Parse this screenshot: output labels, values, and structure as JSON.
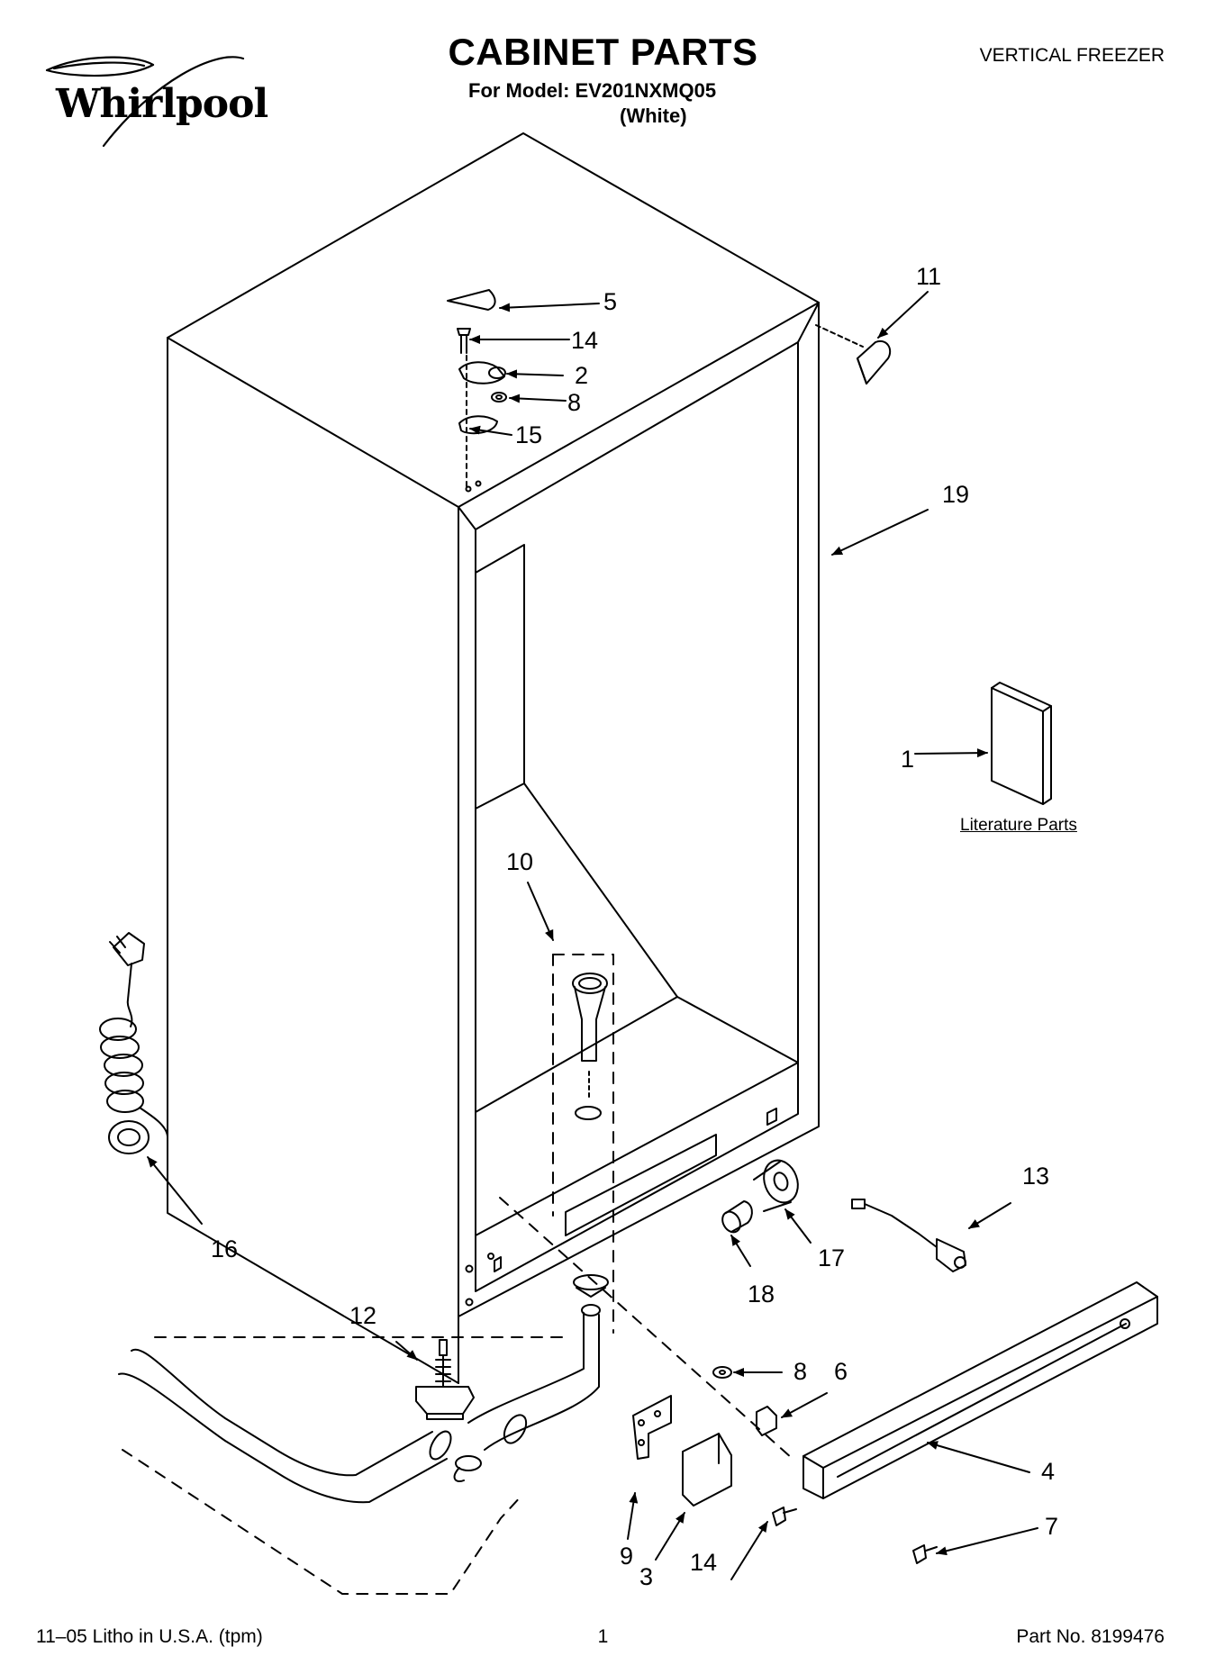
{
  "header": {
    "brand": "Whirlpool",
    "title": "CABINET PARTS",
    "model_line": "For Model: EV201NXMQ05",
    "color_line": "(White)",
    "category": "VERTICAL FREEZER"
  },
  "literature_label": "Literature Parts",
  "callouts": {
    "c1": "1",
    "c2": "2",
    "c3": "3",
    "c4": "4",
    "c5": "5",
    "c6": "6",
    "c7": "7",
    "c8a": "8",
    "c8b": "8",
    "c9": "9",
    "c10": "10",
    "c11": "11",
    "c12": "12",
    "c13": "13",
    "c14a": "14",
    "c14b": "14",
    "c15": "15",
    "c16": "16",
    "c17": "17",
    "c18": "18",
    "c19": "19"
  },
  "footer": {
    "left": "11–05 Litho in U.S.A. (tpm)",
    "page": "1",
    "part_no": "Part No. 8199476"
  }
}
